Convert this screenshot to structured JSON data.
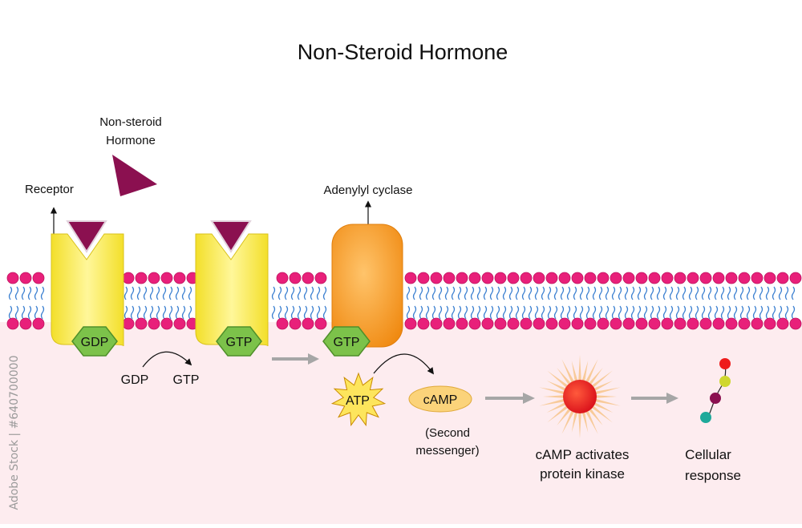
{
  "title": "Non-Steroid Hormone",
  "labels": {
    "hormone_line1": "Non-steroid",
    "hormone_line2": "Hormone",
    "receptor": "Receptor",
    "adenylyl_cyclase": "Adenylyl cyclase",
    "gdp_bound": "GDP",
    "gtp_bound_receptor": "GTP",
    "gtp_bound_cyclase": "GTP",
    "gdp_free": "GDP",
    "gtp_free": "GTP",
    "atp": "ATP",
    "camp": "cAMP",
    "second_messenger_line1": "(Second",
    "second_messenger_line2": "messenger)",
    "kinase_line1": "cAMP activates",
    "kinase_line2": "protein kinase",
    "response_line1": "Cellular",
    "response_line2": "response"
  },
  "watermark": {
    "side_text": "Adobe Stock | #640700000"
  },
  "colors": {
    "cytoplasm": "#fdecef",
    "phospholipid_head": "#e8207a",
    "lipid_tail": "#3a7fd0",
    "receptor": "#f8ea3a",
    "hormone": "#8b1050",
    "g_protein": "#7cc24a",
    "adenylyl_cyclase": "#f5931f",
    "camp": "#fbd37a",
    "kinase": "#e0161e",
    "gray_arrow": "#a6a6a6"
  }
}
